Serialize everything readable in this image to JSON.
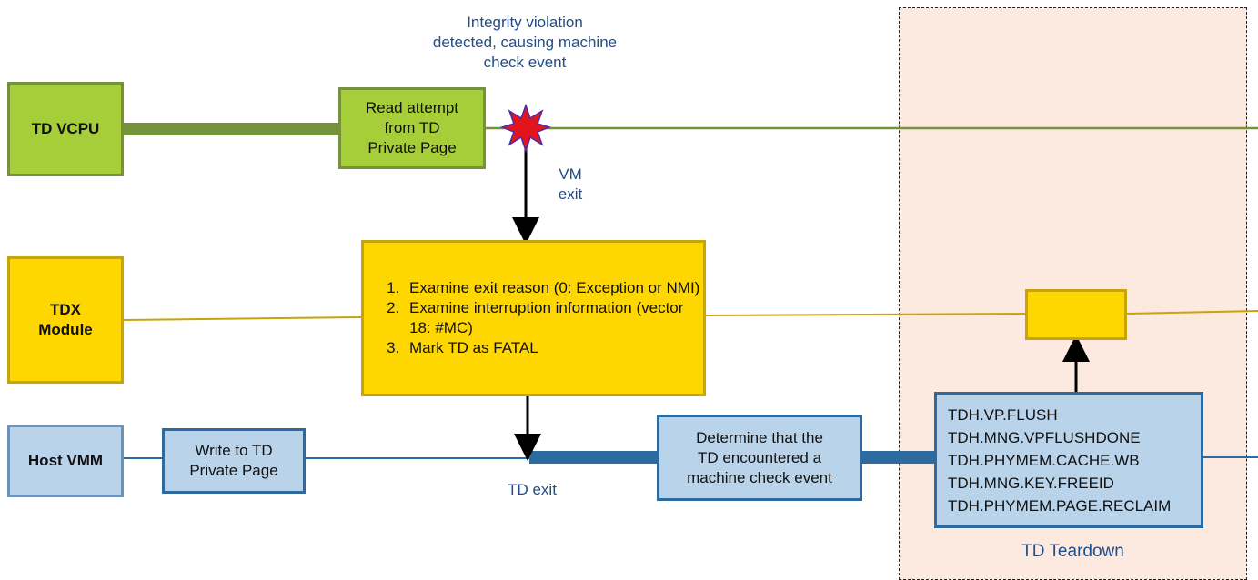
{
  "lanes": {
    "td_vcpu": "TD VCPU",
    "tdx_module": "TDX\nModule",
    "host_vmm": "Host VMM"
  },
  "steps": {
    "read_attempt": "Read attempt\nfrom TD\nPrivate Page",
    "examine_items": [
      "Examine exit reason (0:  Exception or NMI)",
      "Examine interruption information (vector 18:  #MC)",
      "Mark TD as FATAL"
    ],
    "write_private": "Write to TD\nPrivate Page",
    "determine": "Determine that the\nTD encountered a\nmachine check event",
    "seamcalls": [
      "TDH.VP.FLUSH",
      "TDH.MNG.VPFLUSHDONE",
      "TDH.PHYMEM.CACHE.WB",
      "TDH.MNG.KEY.FREEID",
      "TDH.PHYMEM.PAGE.RECLAIM"
    ]
  },
  "annotations": {
    "integrity": "Integrity violation\ndetected, causing machine\ncheck event",
    "vm_exit": "VM\nexit",
    "td_exit": "TD exit"
  },
  "teardown_label": "TD Teardown",
  "colors": {
    "vcpu_fill": "#a6ce39",
    "vcpu_line": "#76923c",
    "tdx_fill": "#ffd700",
    "tdx_line": "#c9a30a",
    "vmm_fill": "#b8d3ea",
    "vmm_line": "#2d6aa0",
    "teardown_bg": "#fce9df",
    "label_text": "#1f4e8c",
    "burst": "#e3141c"
  }
}
